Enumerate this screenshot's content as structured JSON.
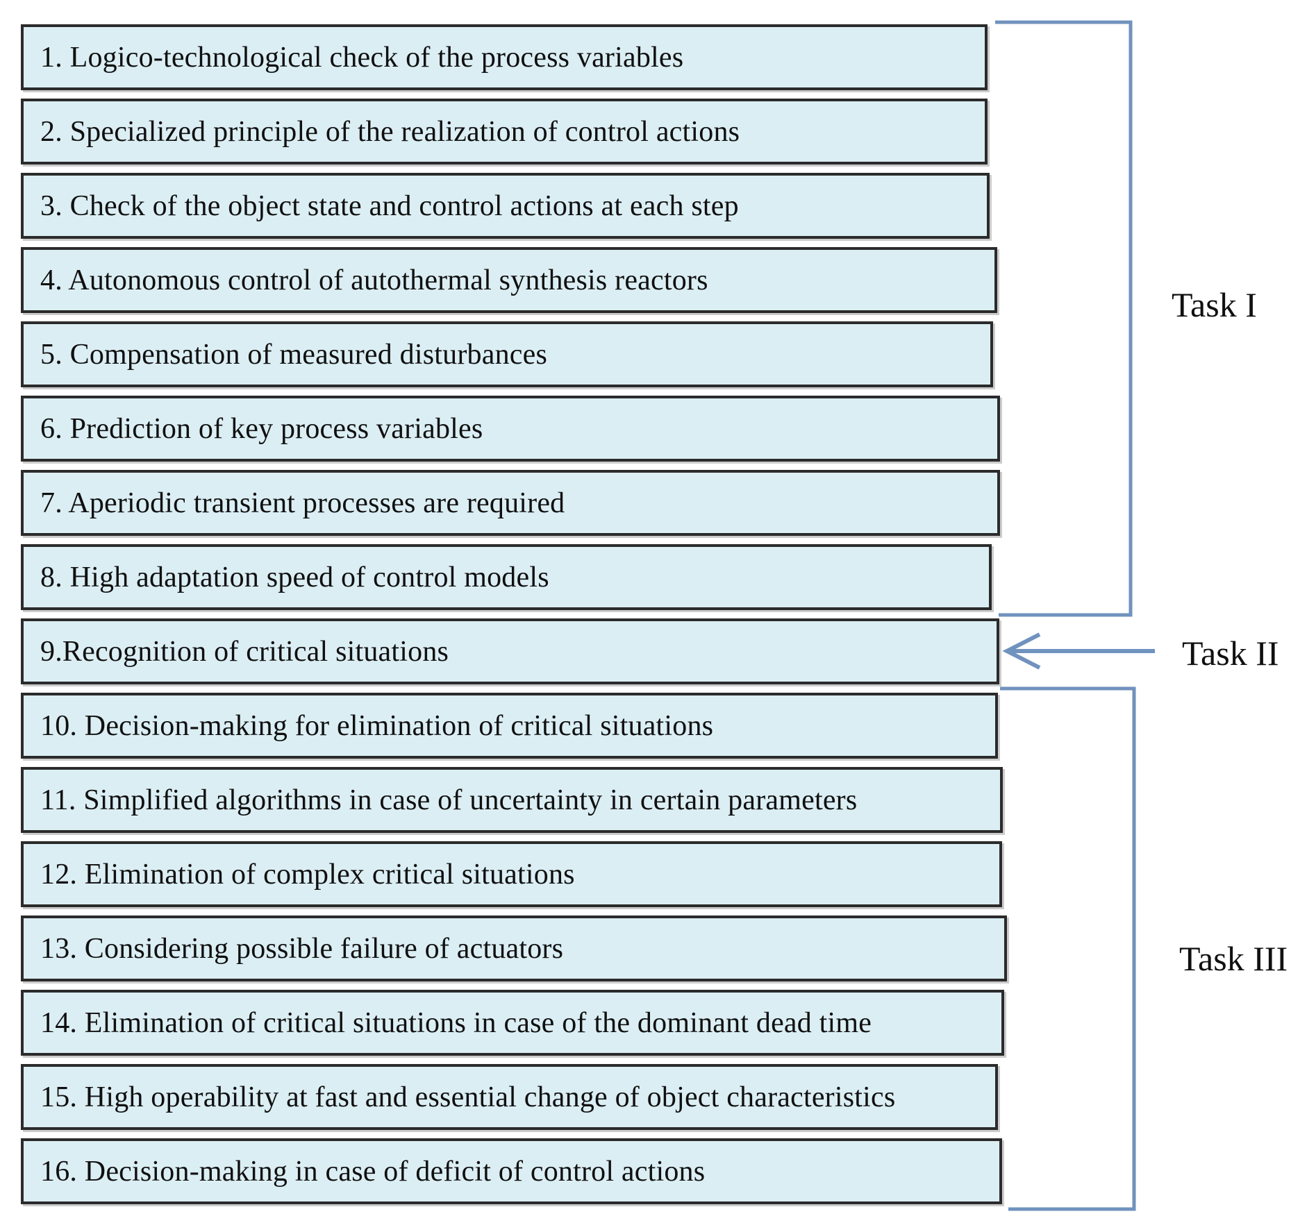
{
  "figure": {
    "boxes": [
      {
        "label": "1. Logico-technological check of the process variables"
      },
      {
        "label": "2. Specialized principle of the realization of control actions"
      },
      {
        "label": "3. Check of the object state and control actions at each step"
      },
      {
        "label": "4. Autonomous control of autothermal synthesis reactors"
      },
      {
        "label": "5. Compensation of measured disturbances"
      },
      {
        "label": "6. Prediction of key process variables"
      },
      {
        "label": "7. Aperiodic transient processes are required"
      },
      {
        "label": "8. High adaptation speed of control models"
      },
      {
        "label": "9.Recognition of critical situations"
      },
      {
        "label": "10. Decision-making for elimination of critical situations"
      },
      {
        "label": "11. Simplified algorithms in case of uncertainty in certain parameters"
      },
      {
        "label": "12. Elimination of complex critical situations"
      },
      {
        "label": "13. Considering possible failure of actuators"
      },
      {
        "label": "14. Elimination of critical situations in case of the dominant dead time"
      },
      {
        "label": "15. High operability at fast and essential change of object characteristics"
      },
      {
        "label": "16. Decision-making in case of deficit of control actions"
      }
    ],
    "task_labels": [
      {
        "label": "Task I"
      },
      {
        "label": "Task II"
      },
      {
        "label": "Task III"
      }
    ],
    "groups": [
      {
        "task": "Task I",
        "boxes": "1-8"
      },
      {
        "task": "Task II",
        "boxes": "9"
      },
      {
        "task": "Task III",
        "boxes": "10-16"
      }
    ],
    "colors": {
      "background": "#ffffff",
      "box_fill": "#dbeef4",
      "box_border": "#2b2b2b",
      "line_blue": "#7092be",
      "text": "#101010"
    }
  }
}
